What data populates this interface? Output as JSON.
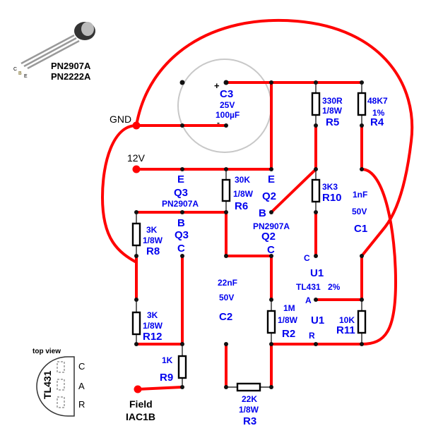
{
  "transistor_pinout": {
    "part1": "PN2907A",
    "part2": "PN2222A",
    "pins": [
      "C",
      "B",
      "E"
    ]
  },
  "terminals": {
    "gnd": "GND",
    "v12": "12V",
    "field1": "Field",
    "field2": "IAC1B"
  },
  "c3": {
    "name": "C3",
    "voltage": "25V",
    "value": "100µF",
    "plus": "+",
    "minus": "-"
  },
  "q3": {
    "e": "E",
    "name": "Q3",
    "part": "PN2907A",
    "b": "B",
    "name2": "Q3",
    "c": "C"
  },
  "q2": {
    "e": "E",
    "name": "Q2",
    "b": "B",
    "part": "PN2907A",
    "name2": "Q2",
    "c": "C"
  },
  "r6": {
    "value": "30K",
    "power": "1/8W",
    "name": "R6"
  },
  "r5": {
    "value": "330R",
    "power": "1/8W",
    "name": "R5"
  },
  "r4": {
    "value": "48K7",
    "tol": "1%",
    "name": "R4"
  },
  "r10": {
    "value": "3K3",
    "name": "R10"
  },
  "c1": {
    "value": "1nF",
    "voltage": "50V",
    "name": "C1"
  },
  "u1": {
    "c": "C",
    "name": "U1",
    "part": "TL431",
    "tol": "2%",
    "a": "A",
    "name2": "U1",
    "r": "R"
  },
  "r8": {
    "value": "3K",
    "power": "1/8W",
    "name": "R8"
  },
  "r12": {
    "value": "3K",
    "power": "1/8W",
    "name": "R12"
  },
  "r9": {
    "value": "1K",
    "name": "R9"
  },
  "c2": {
    "value": "22nF",
    "voltage": "50V",
    "name": "C2"
  },
  "r2": {
    "value": "1M",
    "power": "1/8W",
    "name": "R2"
  },
  "r11": {
    "value": "10K",
    "name": "R11"
  },
  "r3": {
    "value": "22K",
    "power": "1/8W",
    "name": "R3"
  },
  "tl431_pinout": {
    "title": "top view",
    "part": "TL431",
    "pins": [
      "C",
      "A",
      "R"
    ]
  },
  "colors": {
    "wire": "#ff0000",
    "label": "#0000ee"
  }
}
